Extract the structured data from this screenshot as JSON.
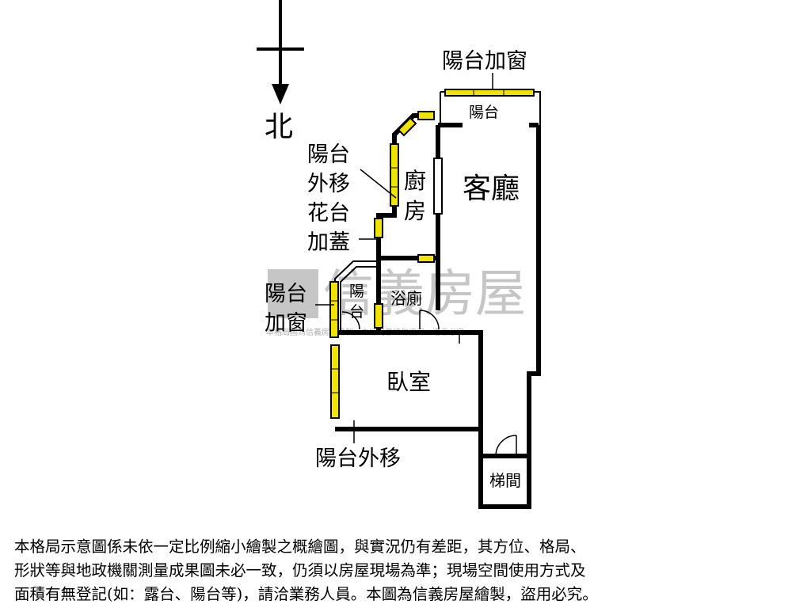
{
  "compass": {
    "label": "北"
  },
  "rooms": {
    "living_room": "客廳",
    "kitchen_line1": "廚",
    "kitchen_line2": "房",
    "bedroom": "臥室",
    "bathroom": "浴廁",
    "stairwell": "梯間",
    "top_balcony": "陽台",
    "small_balcony_line1": "陽",
    "small_balcony_line2": "台"
  },
  "annotations": {
    "top_enclosure": "陽台加窗",
    "shift_line1": "陽台",
    "shift_line2": "外移",
    "planter_line1": "花台",
    "planter_line2": "加蓋",
    "left_enclosure_line1": "陽台",
    "left_enclosure_line2": "加窗",
    "bottom_shift": "陽台外移"
  },
  "watermark": {
    "brand": "信義房屋",
    "notice": "本格局圖為信義房屋繪製，未經同意請勿盜用，違者必究"
  },
  "colors": {
    "wall": "#000000",
    "window_fill": "#f2e400",
    "watermark": "#c6c6c6"
  },
  "disclaimer": {
    "line1": "本格局示意圖係未依一定比例縮小繪製之概繪圖，與實況仍有差距，其方位、格局、",
    "line2": "形狀等與地政機關測量成果圖未必一致，仍須以房屋現場為準；現場空間使用方式及",
    "line3": "面積有無登記(如：露台、陽台等)，請洽業務人員。本圖為信義房屋繪製，盜用必究。"
  }
}
